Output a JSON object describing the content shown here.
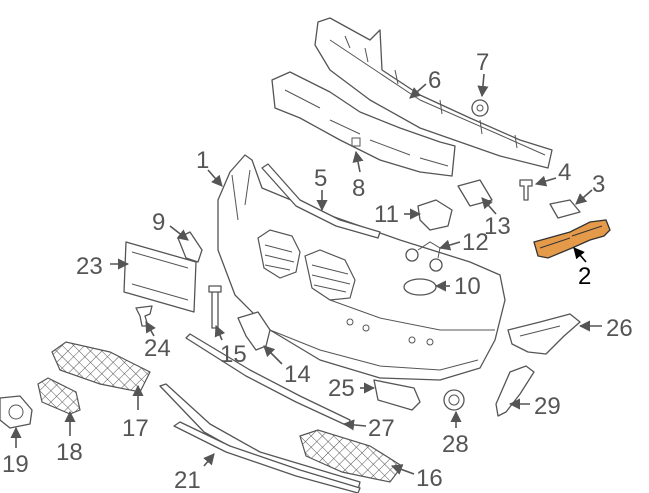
{
  "diagram": {
    "highlight_color": "#E59A4A",
    "line_color": "#555555",
    "highlighted_part": "2",
    "callouts": [
      "1",
      "2",
      "3",
      "4",
      "5",
      "6",
      "7",
      "8",
      "9",
      "10",
      "11",
      "12",
      "13",
      "14",
      "15",
      "16",
      "17",
      "18",
      "19",
      "21",
      "23",
      "24",
      "25",
      "26",
      "27",
      "28",
      "29"
    ]
  }
}
